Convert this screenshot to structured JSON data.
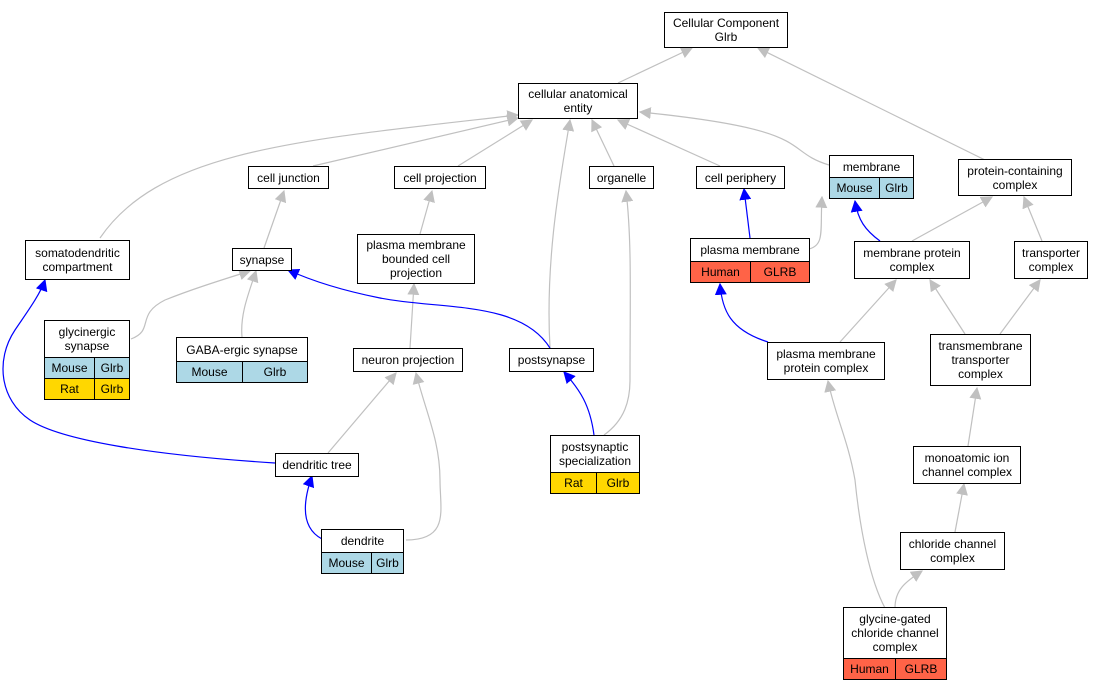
{
  "colors": {
    "mouse": "#add8e6",
    "rat": "#ffd700",
    "human": "#ff6347",
    "gray_edge": "#c0c0c0",
    "blue_edge": "#0000ff"
  },
  "nodes": {
    "cellular_component": {
      "line1": "Cellular Component",
      "line2": "Glrb"
    },
    "cellular_anatomical_entity": {
      "line1": "cellular anatomical",
      "line2": "entity"
    },
    "cell_junction": {
      "label": "cell junction"
    },
    "cell_projection": {
      "label": "cell projection"
    },
    "organelle": {
      "label": "organelle"
    },
    "cell_periphery": {
      "label": "cell periphery"
    },
    "membrane": {
      "label": "membrane",
      "species": "Mouse",
      "gene": "Glrb"
    },
    "protein_containing_complex": {
      "line1": "protein-containing",
      "line2": "complex"
    },
    "somatodendritic_compartment": {
      "line1": "somatodendritic",
      "line2": "compartment"
    },
    "synapse": {
      "label": "synapse"
    },
    "plasma_membrane_bounded_cell_projection": {
      "line1": "plasma membrane",
      "line2": "bounded cell",
      "line3": "projection"
    },
    "plasma_membrane": {
      "label": "plasma membrane",
      "species": "Human",
      "gene": "GLRB"
    },
    "membrane_protein_complex": {
      "line1": "membrane protein",
      "line2": "complex"
    },
    "transporter_complex": {
      "line1": "transporter",
      "line2": "complex"
    },
    "glycinergic_synapse": {
      "line1": "glycinergic",
      "line2": "synapse",
      "species1": "Mouse",
      "gene1": "Glrb",
      "species2": "Rat",
      "gene2": "Glrb"
    },
    "gabaergic_synapse": {
      "label": "GABA-ergic synapse",
      "species": "Mouse",
      "gene": "Glrb"
    },
    "neuron_projection": {
      "label": "neuron projection"
    },
    "postsynapse": {
      "label": "postsynapse"
    },
    "plasma_membrane_protein_complex": {
      "line1": "plasma membrane",
      "line2": "protein complex"
    },
    "transmembrane_transporter_complex": {
      "line1": "transmembrane",
      "line2": "transporter",
      "line3": "complex"
    },
    "dendritic_tree": {
      "label": "dendritic tree"
    },
    "postsynaptic_specialization": {
      "line1": "postsynaptic",
      "line2": "specialization",
      "species": "Rat",
      "gene": "Glrb"
    },
    "monoatomic_ion_channel_complex": {
      "line1": "monoatomic ion",
      "line2": "channel complex"
    },
    "dendrite": {
      "label": "dendrite",
      "species": "Mouse",
      "gene": "Glrb"
    },
    "chloride_channel_complex": {
      "line1": "chloride channel",
      "line2": "complex"
    },
    "glycine_gated_chloride_channel_complex": {
      "line1": "glycine-gated",
      "line2": "chloride channel",
      "line3": "complex",
      "species": "Human",
      "gene": "GLRB"
    }
  }
}
